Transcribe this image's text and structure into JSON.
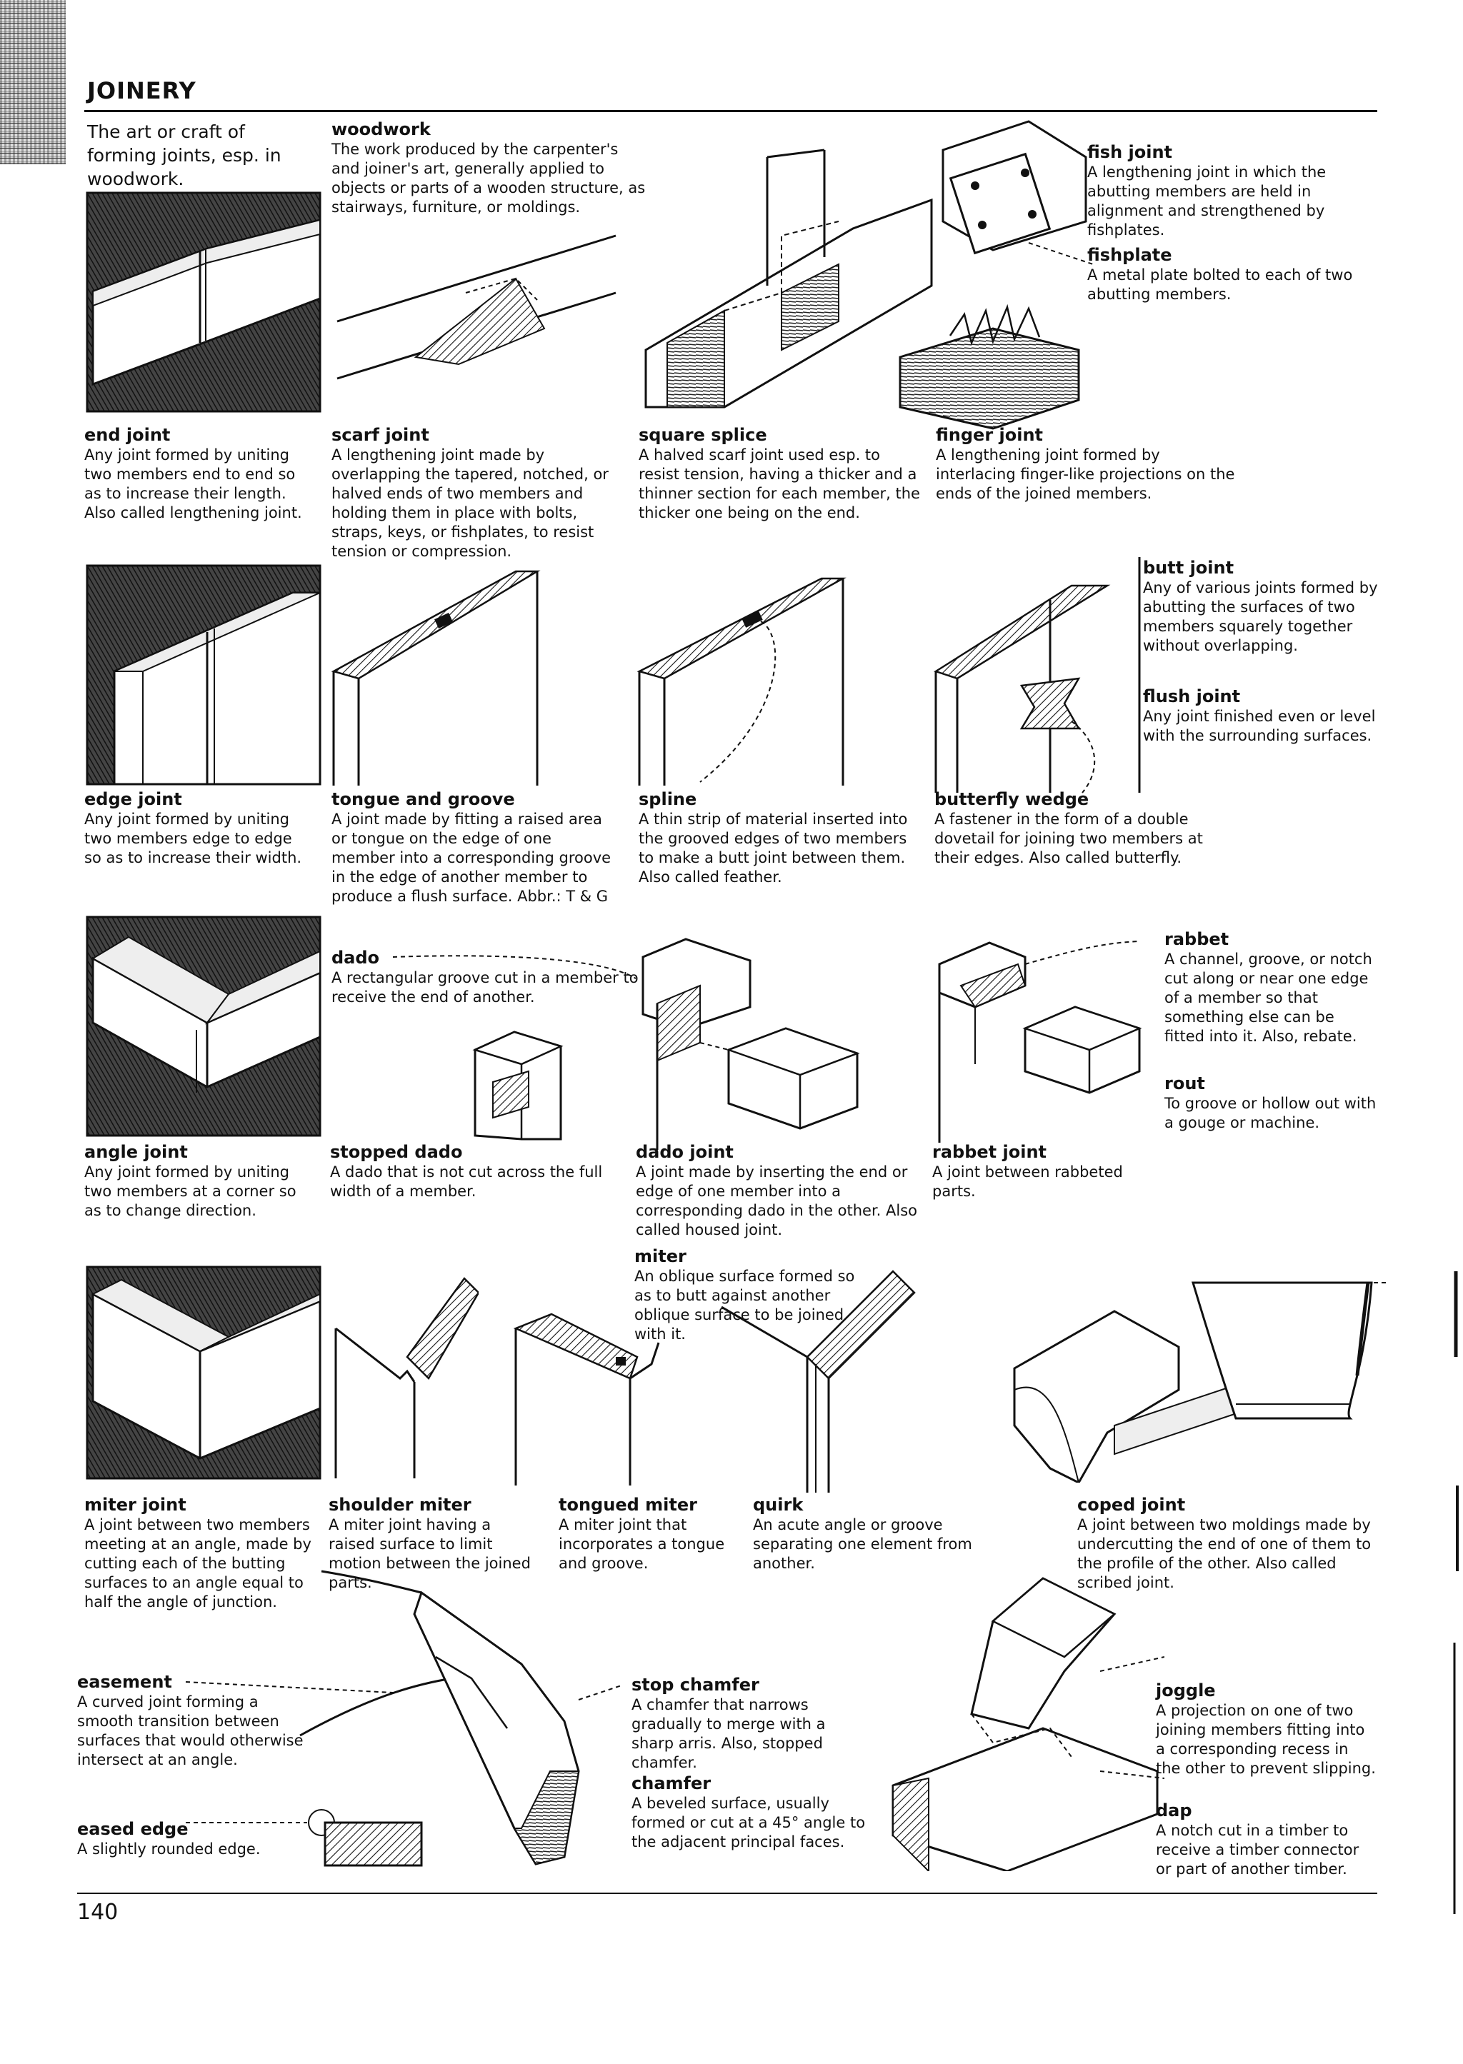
{
  "page": {
    "title": "JOINERY",
    "intro": "The art or craft of forming joints, esp. in woodwork.",
    "page_number": "140"
  },
  "entries": {
    "woodwork": {
      "term": "woodwork",
      "def": "The work produced by the carpenter's and joiner's art, generally applied to objects or parts of a wooden structure, as stairways, furniture, or moldings."
    },
    "fish_joint": {
      "term": "fish joint",
      "def": "A lengthening joint in which the abutting members are held in alignment and strengthened by fishplates."
    },
    "fishplate": {
      "term": "fishplate",
      "def": "A metal plate bolted to each of two abutting members."
    },
    "end_joint": {
      "term": "end joint",
      "def": "Any joint formed by uniting two members end to end so as to increase their length. Also called lengthening joint."
    },
    "scarf_joint": {
      "term": "scarf joint",
      "def": "A lengthening joint made by overlapping the tapered, notched, or halved ends of two members and holding them in place with bolts, straps, keys, or fishplates, to resist tension or compression."
    },
    "square_splice": {
      "term": "square splice",
      "def": "A halved scarf joint used esp. to resist tension, having a thicker and a thinner section for each member, the thicker one being on the end."
    },
    "finger_joint": {
      "term": "finger joint",
      "def": "A lengthening joint formed by interlacing finger-like projections on the ends of the joined members."
    },
    "butt_joint": {
      "term": "butt joint",
      "def": "Any of various joints formed by abutting the surfaces of two members squarely together without overlapping."
    },
    "flush_joint": {
      "term": "flush joint",
      "def": "Any joint finished even or level with the surrounding surfaces."
    },
    "edge_joint": {
      "term": "edge joint",
      "def": "Any joint formed by uniting two members edge to edge so as to increase their width."
    },
    "tongue_and_groove": {
      "term": "tongue and groove",
      "def": "A joint made by fitting a raised area or tongue on the edge of one member into a corresponding groove in the edge of another member to produce a flush surface. Abbr.: T & G"
    },
    "spline": {
      "term": "spline",
      "def": "A thin strip of material inserted into the grooved edges of two members to make a butt joint between them. Also called feather."
    },
    "butterfly_wedge": {
      "term": "butterfly wedge",
      "def": "A fastener in the form of a double dovetail for joining two members at their edges. Also called butterfly."
    },
    "dado": {
      "term": "dado",
      "def": "A rectangular groove cut in a member to receive the end of another."
    },
    "rabbet": {
      "term": "rabbet",
      "def": "A channel, groove, or notch cut along or near one edge of a member so that something else can be fitted into it. Also, rebate."
    },
    "rout": {
      "term": "rout",
      "def": "To groove or hollow out with a gouge or machine."
    },
    "angle_joint": {
      "term": "angle joint",
      "def": "Any joint formed by uniting two members at a corner so as to change direction."
    },
    "stopped_dado": {
      "term": "stopped dado",
      "def": "A dado that is not cut across the full width of a member."
    },
    "dado_joint": {
      "term": "dado joint",
      "def": "A joint made by inserting the end or edge of one member into a corresponding dado in the other. Also called housed joint."
    },
    "rabbet_joint": {
      "term": "rabbet joint",
      "def": "A joint between rabbeted parts."
    },
    "miter": {
      "term": "miter",
      "def": "An oblique surface formed so as to butt against another oblique surface to be joined with it."
    },
    "miter_joint": {
      "term": "miter joint",
      "def": "A joint between two members meeting at an angle, made by cutting each of the butting surfaces to an angle equal to half the angle of junction."
    },
    "shoulder_miter": {
      "term": "shoulder miter",
      "def": "A miter joint having a raised surface to limit motion between the joined parts."
    },
    "tongued_miter": {
      "term": "tongued miter",
      "def": "A miter joint that incorporates a tongue and groove."
    },
    "quirk": {
      "term": "quirk",
      "def": "An acute angle or groove separating one element from another."
    },
    "coped_joint": {
      "term": "coped joint",
      "def": "A joint between two moldings made by undercutting the end of one of them to the profile of the other. Also called scribed joint."
    },
    "easement": {
      "term": "easement",
      "def": "A curved joint forming a smooth transition between surfaces that would otherwise intersect at an angle."
    },
    "eased_edge": {
      "term": "eased edge",
      "def": "A slightly rounded edge."
    },
    "stop_chamfer": {
      "term": "stop chamfer",
      "def": "A chamfer that narrows gradually to merge with a sharp arris. Also, stopped chamfer."
    },
    "chamfer": {
      "term": "chamfer",
      "def": "A beveled surface, usually formed or cut at a 45° angle to the adjacent principal faces."
    },
    "joggle": {
      "term": "joggle",
      "def": "A projection on one of two joining members fitting into a corresponding recess in the other to prevent slipping."
    },
    "dap": {
      "term": "dap",
      "def": "A notch cut in a timber to receive a timber connector or part of another timber."
    }
  }
}
